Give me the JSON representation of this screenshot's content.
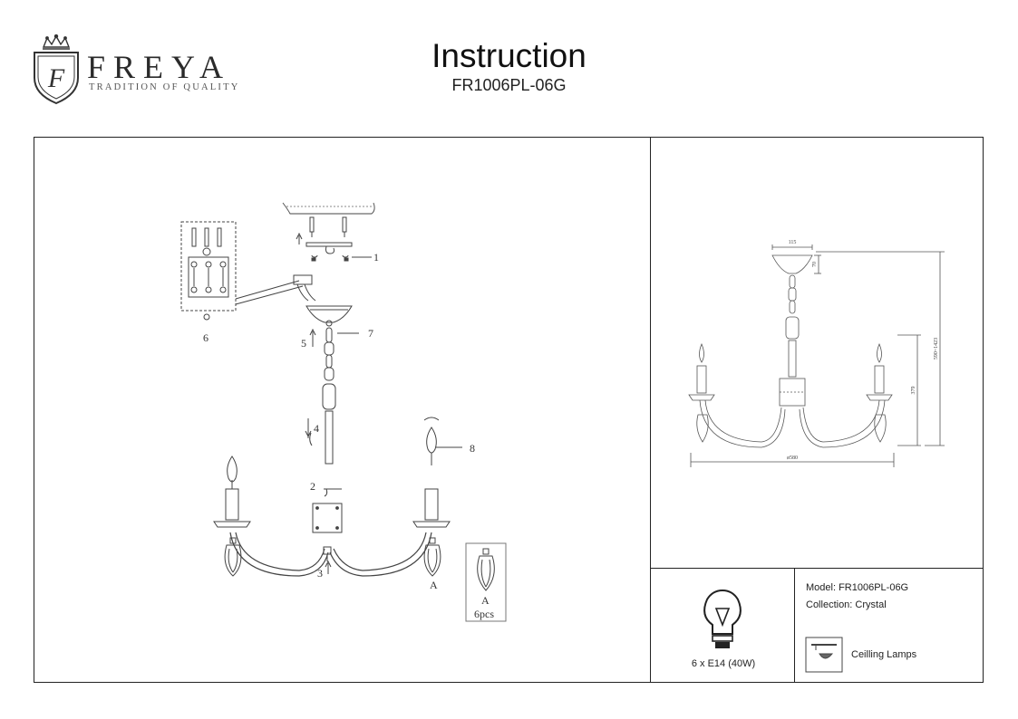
{
  "header": {
    "brand_name": "FREYA",
    "tagline": "TRADITION OF QUALITY",
    "logo_letter": "F",
    "title": "Instruction",
    "model_code": "FR1006PL-06G"
  },
  "assembly": {
    "callouts": [
      "1",
      "2",
      "3",
      "4",
      "5",
      "6",
      "7",
      "8",
      "A"
    ],
    "inset_label": "A",
    "inset_qty": "6pcs"
  },
  "dimensions": {
    "canopy_width": "115",
    "canopy_height": "70",
    "overall_height": "590~1423",
    "body_height": "379",
    "diameter": "ø580"
  },
  "specs": {
    "bulb": "6 x E14 (40W)",
    "model_line": "Model: FR1006PL-06G",
    "collection_line": "Collection: Crystal",
    "type": "Ceilling Lamps"
  },
  "icons": [
    "crown-icon",
    "shield-icon",
    "bulb-icon",
    "ceiling-lamp-icon"
  ]
}
